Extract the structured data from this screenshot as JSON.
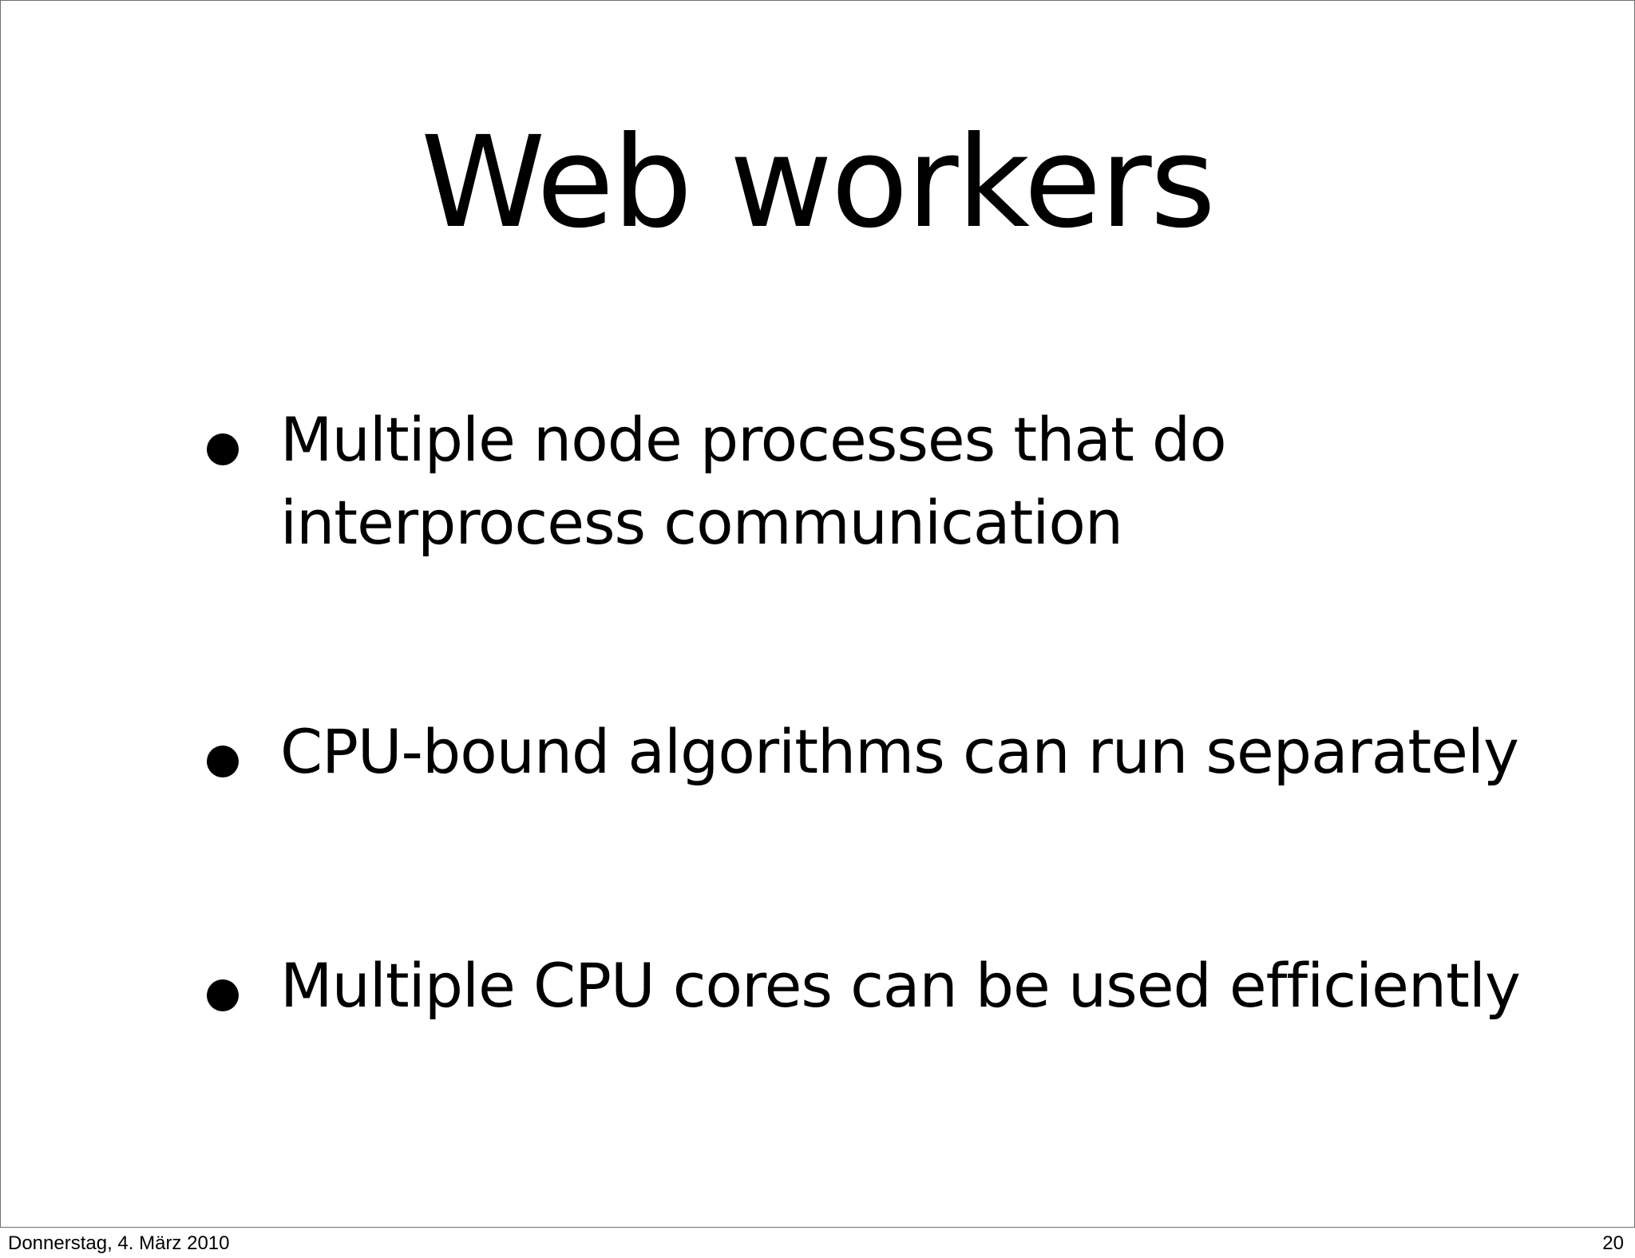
{
  "slide": {
    "title": "Web workers",
    "bullets": [
      "Multiple node processes that do interprocess communication",
      "CPU-bound algorithms can run separately",
      "Multiple CPU cores can be used efficiently"
    ]
  },
  "footer": {
    "date": "Donnerstag, 4. März 2010",
    "page_number": "20"
  }
}
